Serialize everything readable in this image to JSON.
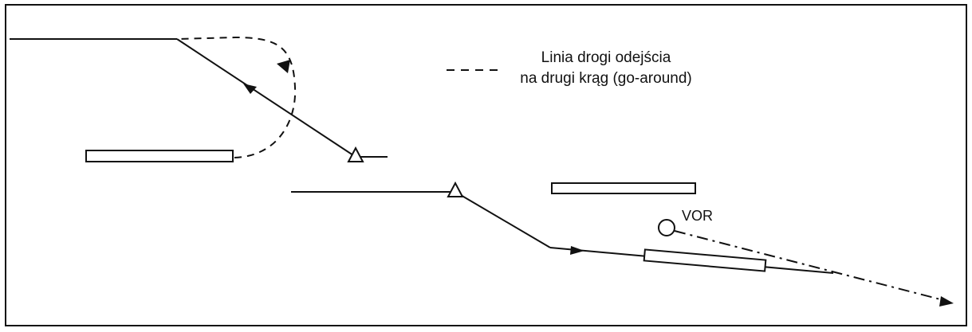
{
  "legend": {
    "line1": "Linia drogi odejścia",
    "line2": "na drugi krąg (go-around)"
  },
  "vor_label": "VOR",
  "colors": {
    "stroke": "#111111",
    "background": "#ffffff"
  }
}
